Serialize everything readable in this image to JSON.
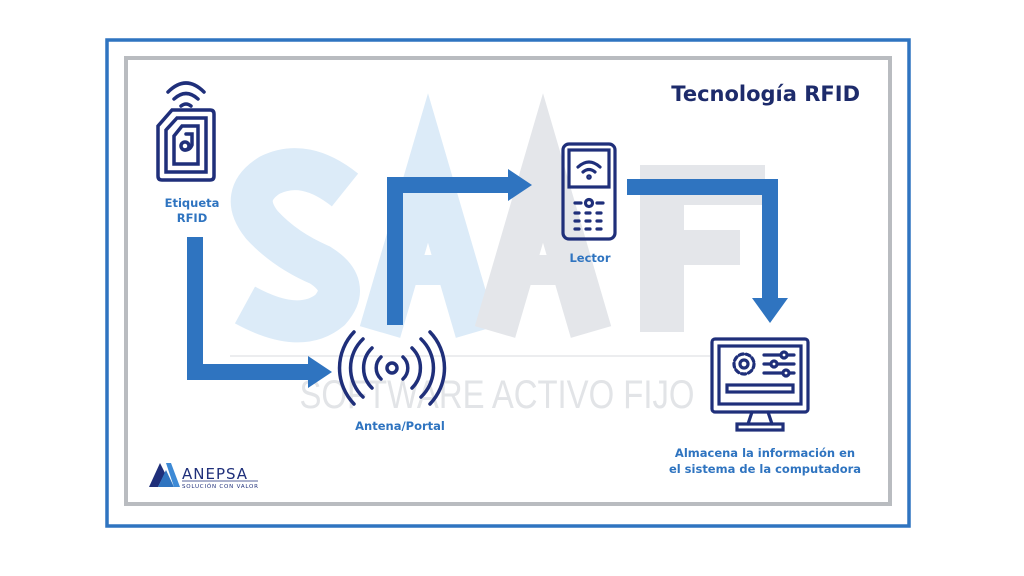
{
  "title": "Tecnología RFID",
  "watermark": {
    "letters": "SAAF",
    "subtitle": "SOFTWARE ACTIVO FIJO"
  },
  "nodes": {
    "tag": {
      "label_line1": "Etiqueta",
      "label_line2": "RFID",
      "icon": "rfid-tag-icon"
    },
    "antenna": {
      "label": "Antena/Portal",
      "icon": "antenna-icon"
    },
    "reader": {
      "label": "Lector",
      "icon": "handheld-reader-icon"
    },
    "computer": {
      "label_line1": "Almacena la información en",
      "label_line2": "el sistema de la computadora",
      "icon": "computer-settings-icon"
    }
  },
  "logo": {
    "name": "ANEPSA",
    "tagline": "SOLUCIÓN CON VALOR"
  },
  "colors": {
    "frame": "#2f74c0",
    "inner_frame": "#b9bcc0",
    "arrow": "#2f74c0",
    "icon": "#1f2f7a",
    "title": "#1d2b6b",
    "label": "#2f74c0",
    "watermark_blue": "#dcebf8",
    "watermark_gray": "#e4e6ea"
  }
}
